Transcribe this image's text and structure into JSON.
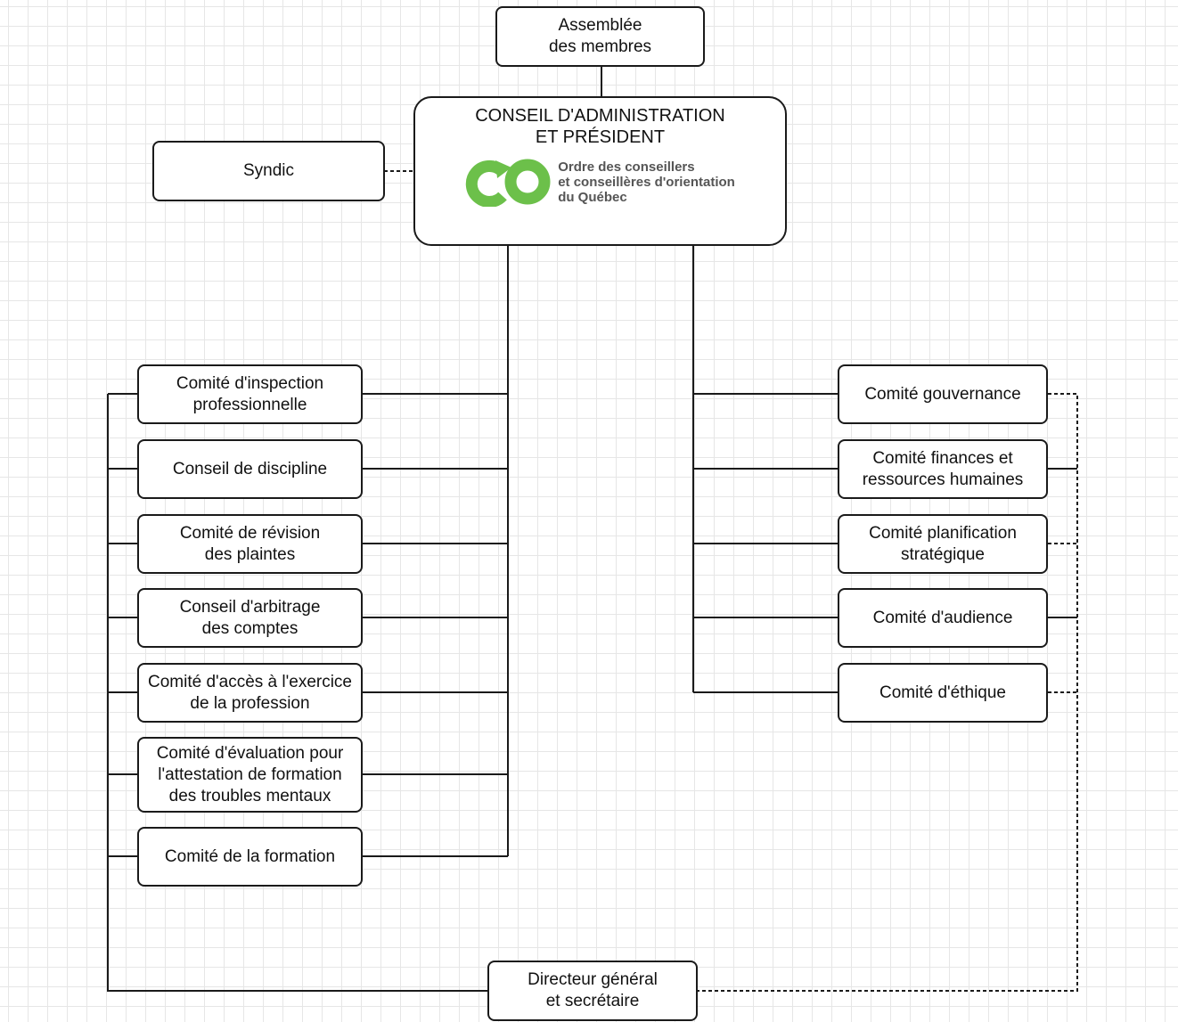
{
  "colors": {
    "line": "#1a1a1a",
    "grid": "#e6e6e6",
    "logo_green": "#6cc04a",
    "logo_text": "#555555"
  },
  "top": {
    "assemblee": "Assemblée\ndes membres"
  },
  "conseil": {
    "title": "CONSEIL D'ADMINISTRATION\nET PRÉSIDENT",
    "logo_icon": "infinity-loop-logo-icon",
    "logo_text": "Ordre des conseillers\net conseillères d'orientation\ndu Québec"
  },
  "syndic": "Syndic",
  "left_committees": [
    "Comité d'inspection\nprofessionnelle",
    "Conseil de discipline",
    "Comité de révision\ndes plaintes",
    "Conseil d'arbitrage\ndes comptes",
    "Comité d'accès à l'exercice\nde la profession",
    "Comité d'évaluation pour\nl'attestation de formation\ndes troubles mentaux",
    "Comité de la formation"
  ],
  "right_committees": [
    "Comité gouvernance",
    "Comité finances et\nressources humaines",
    "Comité planification\nstratégique",
    "Comité d'audience",
    "Comité d'éthique"
  ],
  "directeur": "Directeur général\net secrétaire"
}
